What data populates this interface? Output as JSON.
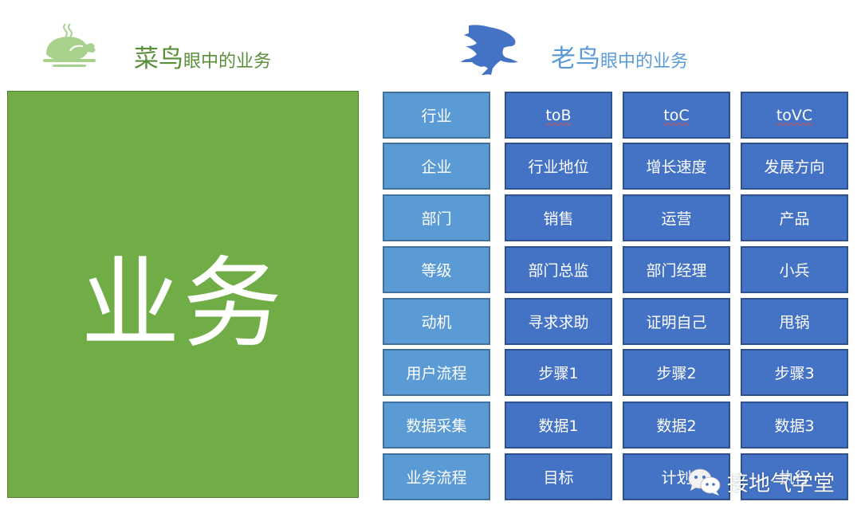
{
  "header_left": {
    "title_big": "菜鸟",
    "title_small": "眼中的业务",
    "icon": "roast-chicken-icon",
    "color": "#5a8f3a"
  },
  "header_right": {
    "title_big": "老鸟",
    "title_small": "眼中的业务",
    "icon": "eagle-icon",
    "color": "#5b9bd5"
  },
  "left_block": {
    "label": "业务",
    "color": "#70ad47"
  },
  "grid": {
    "category_color": "#5b9bd5",
    "value_color": "#4472c4",
    "rows": [
      {
        "category": "行业",
        "values": [
          "toB",
          "toC",
          "toVC"
        ]
      },
      {
        "category": "企业",
        "values": [
          "行业地位",
          "增长速度",
          "发展方向"
        ]
      },
      {
        "category": "部门",
        "values": [
          "销售",
          "运营",
          "产品"
        ]
      },
      {
        "category": "等级",
        "values": [
          "部门总监",
          "部门经理",
          "小兵"
        ]
      },
      {
        "category": "动机",
        "values": [
          "寻求求助",
          "证明自己",
          "甩锅"
        ]
      },
      {
        "category": "用户流程",
        "values": [
          "步骤1",
          "步骤2",
          "步骤3"
        ]
      },
      {
        "category": "数据采集",
        "values": [
          "数据1",
          "数据2",
          "数据3"
        ]
      },
      {
        "category": "业务流程",
        "values": [
          "目标",
          "计划",
          "执行"
        ]
      }
    ]
  },
  "watermark": {
    "text": "接地气学堂",
    "icon": "wechat-icon"
  }
}
